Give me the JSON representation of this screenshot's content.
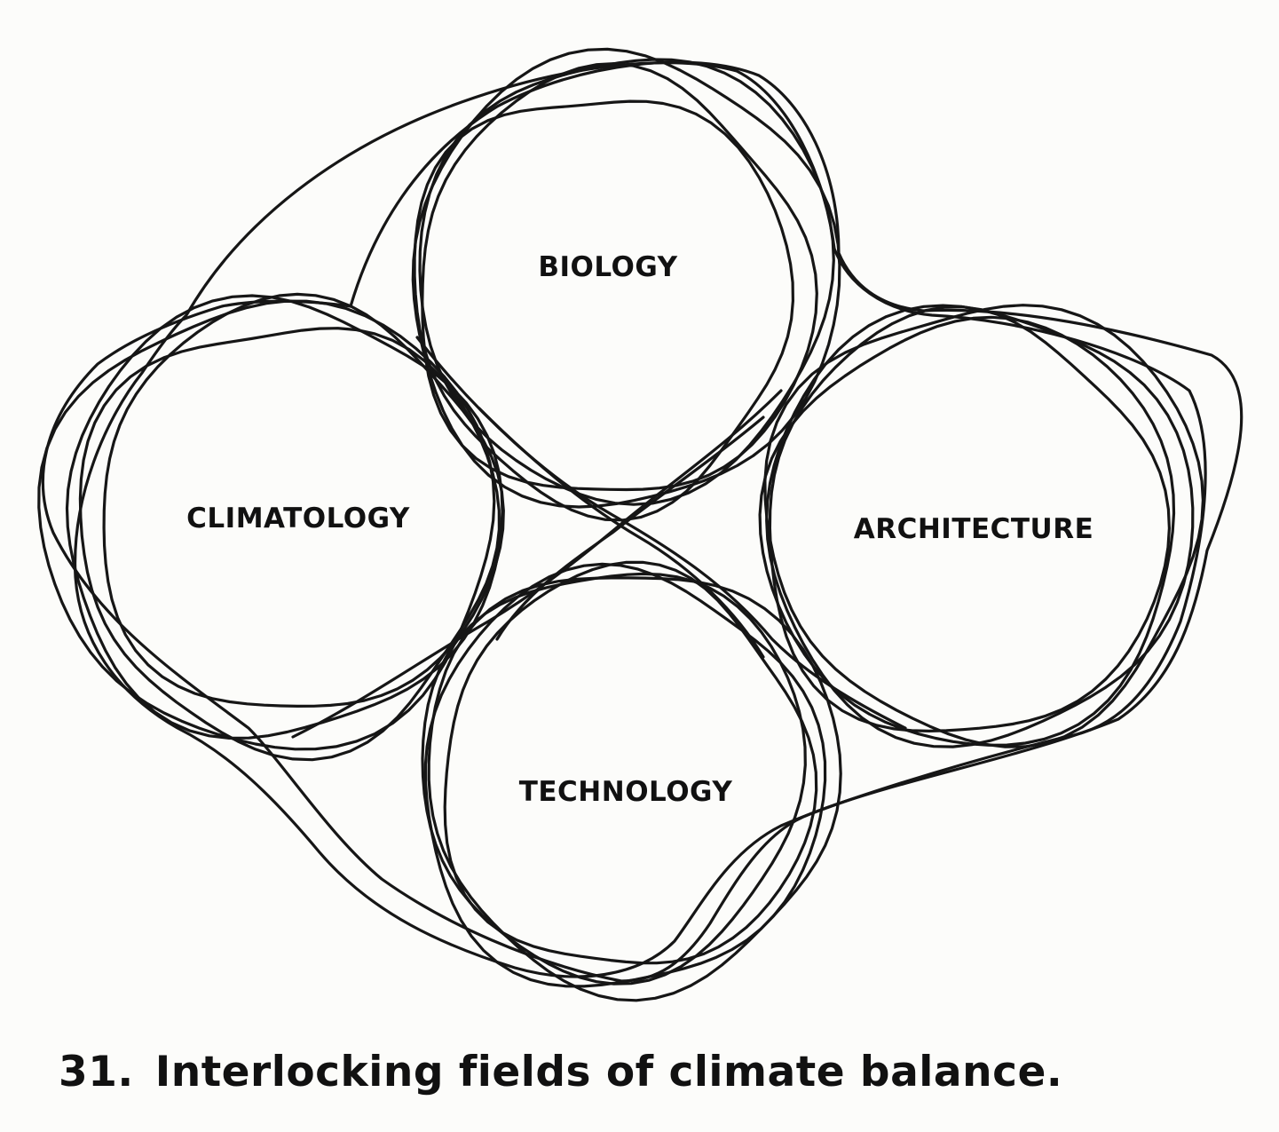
{
  "figure": {
    "number": "31.",
    "caption": "Interlocking fields of climate balance."
  },
  "fields": [
    {
      "id": "biology",
      "label": "BIOLOGY"
    },
    {
      "id": "climatology",
      "label": "CLIMATOLOGY"
    },
    {
      "id": "architecture",
      "label": "ARCHITECTURE"
    },
    {
      "id": "technology",
      "label": "TECHNOLOGY"
    }
  ],
  "colors": {
    "ink": "#161616",
    "paper": "#fcfcfa"
  }
}
